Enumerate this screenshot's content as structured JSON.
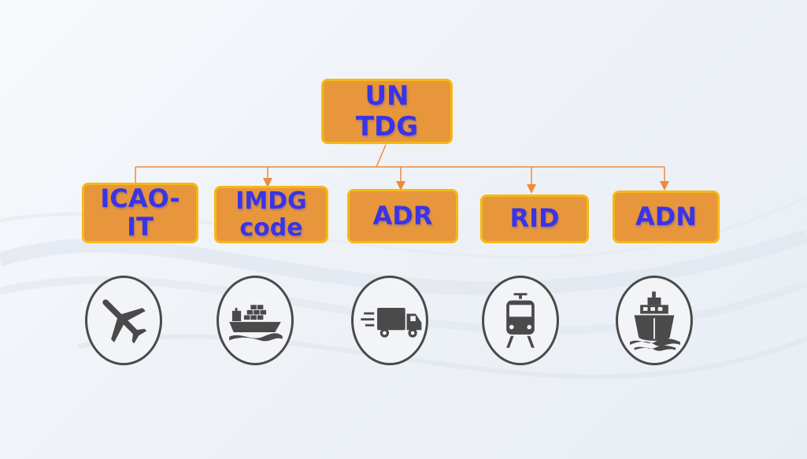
{
  "root": {
    "line1": "UN",
    "line2": "TDG"
  },
  "children": [
    {
      "line1": "ICAO-",
      "line2": "IT",
      "icon": "airplane-icon"
    },
    {
      "line1": "IMDG",
      "line2": "code",
      "icon": "container-ship-icon"
    },
    {
      "line1": "ADR",
      "icon": "truck-icon"
    },
    {
      "line1": "RID",
      "icon": "train-icon"
    },
    {
      "line1": "ADN",
      "icon": "river-ship-icon"
    }
  ],
  "colors": {
    "box_fill": "#e8963c",
    "box_border": "#f5b914",
    "text": "#3a34e6",
    "connector": "#ee8a3c",
    "icon": "#4a4a4a"
  }
}
